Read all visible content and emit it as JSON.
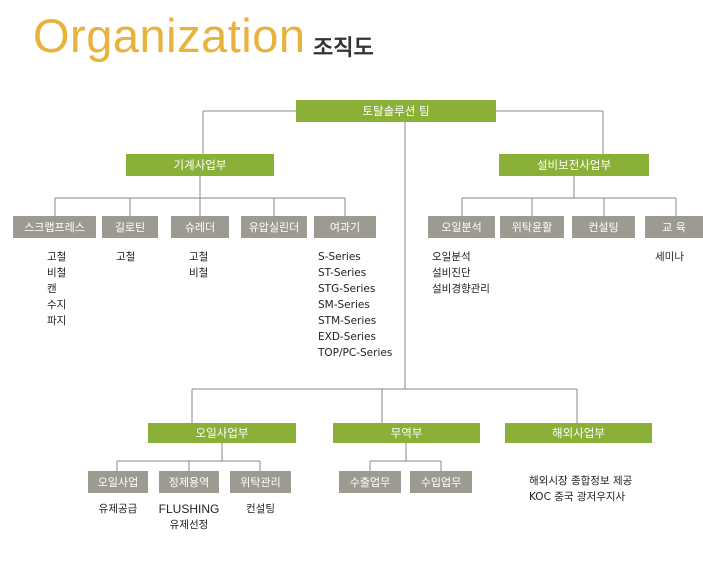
{
  "title": {
    "english": "Organization",
    "korean": "조직도"
  },
  "colors": {
    "title": "#e8b23c",
    "division_box": "#8bb037",
    "team_box": "#9d9a92",
    "line": "#8a8a8a"
  },
  "root": "토탈솔루션 팀",
  "divisions": {
    "mechanical": {
      "label": "기계사업부",
      "teams": [
        {
          "label": "스크랩프레스",
          "items": [
            "고철",
            "비철",
            "캔",
            "수지",
            "파지"
          ]
        },
        {
          "label": "길로틴",
          "items": [
            "고철"
          ]
        },
        {
          "label": "슈레더",
          "items": [
            "고철",
            "비철"
          ]
        },
        {
          "label": "유압실린더",
          "items": []
        },
        {
          "label": "여과기",
          "items": [
            "S-Series",
            "ST-Series",
            "STG-Series",
            "SM-Series",
            "STM-Series",
            "EXD-Series",
            "TOP/PC-Series"
          ]
        }
      ]
    },
    "maintenance": {
      "label": "설비보전사업부",
      "teams": [
        {
          "label": "오일분석",
          "items": [
            "오일분석",
            "설비진단",
            "설비경향관리"
          ]
        },
        {
          "label": "위탁윤활",
          "items": []
        },
        {
          "label": "컨설팅",
          "items": []
        },
        {
          "label": "교 육",
          "items": [
            "세미나"
          ]
        }
      ]
    },
    "oil": {
      "label": "오일사업부",
      "teams": [
        {
          "label": "오일사업",
          "items": [
            "유제공급"
          ]
        },
        {
          "label": "정제용역",
          "items": [
            "FLUSHING",
            "유제선정"
          ]
        },
        {
          "label": "위탁관리",
          "items": [
            "컨설팅"
          ]
        }
      ]
    },
    "trade": {
      "label": "무역부",
      "teams": [
        {
          "label": "수출업무",
          "items": []
        },
        {
          "label": "수입업무",
          "items": []
        }
      ]
    },
    "overseas": {
      "label": "해외사업부",
      "items": [
        "해외시장 종합정보 제공",
        "KOC 중국 광저우지사"
      ]
    }
  }
}
